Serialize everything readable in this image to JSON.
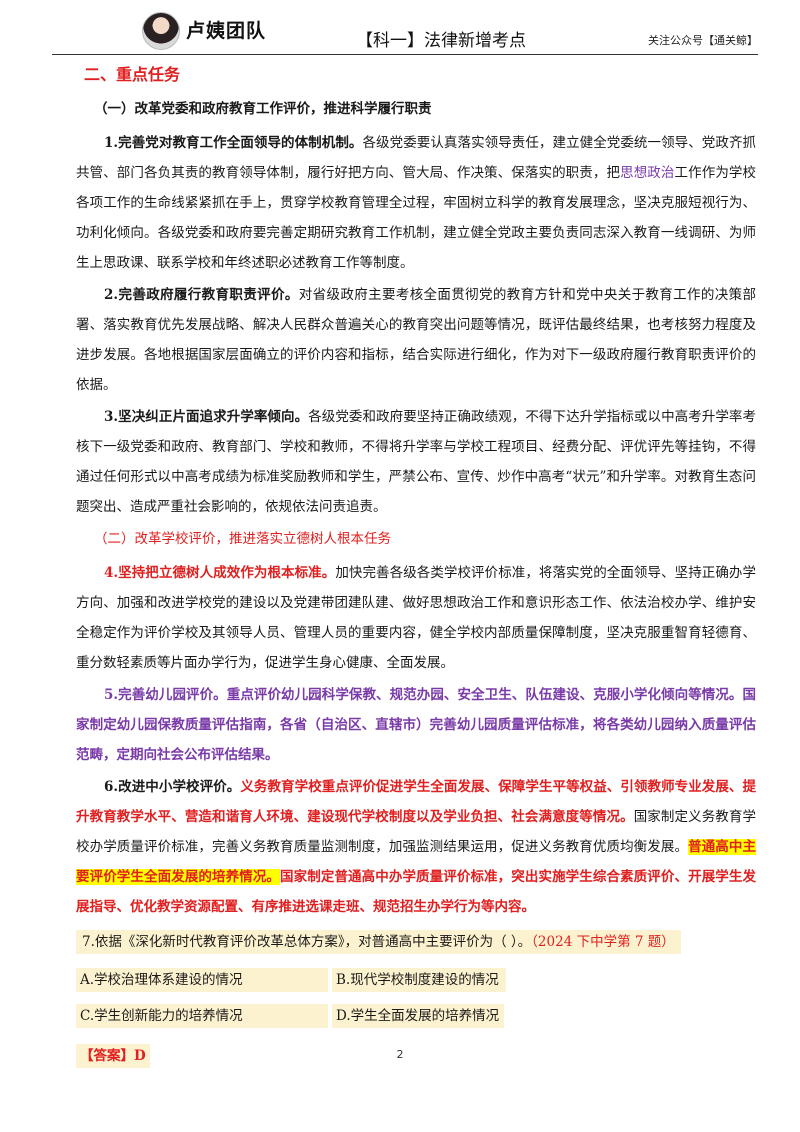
{
  "header": {
    "team_name": "卢姨团队",
    "doc_title": "【科一】法律新增考点",
    "follow_text": "关注公众号【通关鲸】"
  },
  "section_title": "二、重点任务",
  "sub1_title": "（一）改革党委和政府教育工作评价，推进科学履行职责",
  "p1": {
    "lead": "1.完善党对教育工作全面领导的体制机制。",
    "t1": "各级党委要认真落实领导责任，建立健全党委统一领导、党政齐抓共管、部门各负其责的教育领导体制，履行好把方向、管大局、作决策、保落实的职责，把",
    "purple": "思想政治",
    "t2": "工作作为学校各项工作的生命线紧紧抓在手上，贯穿学校教育管理全过程，牢固树立科学的教育发展理念，坚决克服短视行为、功利化倾向。各级党委和政府要完善定期研究教育工作机制，建立健全党政主要负责同志深入教育一线调研、为师生上思政课、联系学校和年终述职必述教育工作等制度。"
  },
  "p2": {
    "lead": "2.完善政府履行教育职责评价。",
    "t1": "对省级政府主要考核全面贯彻党的教育方针和党中央关于教育工作的决策部署、落实教育优先发展战略、解决人民群众普遍关心的教育突出问题等情况，既评估最终结果，也考核努力程度及进步发展。各地根据国家层面确立的评价内容和指标，结合实际进行细化，作为对下一级政府履行教育职责评价的依据。"
  },
  "p3": {
    "lead": "3.坚决纠正片面追求升学率倾向。",
    "t1": "各级党委和政府要坚持正确政绩观，不得下达升学指标或以中高考升学率考核下一级党委和政府、教育部门、学校和教师，不得将升学率与学校工程项目、经费分配、评优评先等挂钩，不得通过任何形式以中高考成绩为标准奖励教师和学生，严禁公布、宣传、炒作中高考“状元”和升学率。对教育生态问题突出、造成严重社会影响的，依规依法问责追责。"
  },
  "sub2_title": "（二）改革学校评价，推进落实立德树人根本任务",
  "p4": {
    "lead": "4.坚持把立德树人成效作为根本标准。",
    "t1": "加快完善各级各类学校评价标准，将落实党的全面领导、坚持正确办学方向、加强和改进学校党的建设以及党建带团建队建、做好思想政治工作和意识形态工作、依法治校办学、维护安全稳定作为评价学校及其领导人员、管理人员的重要内容，健全学校内部质量保障制度，坚决克服重智育轻德育、重分数轻素质等片面办学行为，促进学生身心健康、全面发展。"
  },
  "p5": {
    "text": "5.完善幼儿园评价。重点评价幼儿园科学保教、规范办园、安全卫生、队伍建设、克服小学化倾向等情况。国家制定幼儿园保教质量评估指南，各省（自治区、直辖市）完善幼儿园质量评估标准，将各类幼儿园纳入质量评估范畴，定期向社会公布评估结果。"
  },
  "p6": {
    "lead": "6.改进中小学校评价。",
    "red1": "义务教育学校重点评价促进学生全面发展、保障学生平等权益、引领教师专业发展、提升教育教学水平、营造和谐育人环境、建设现代学校制度以及学业负担、社会满意度等情况。",
    "t1": "国家制定义务教育学校办学质量评价标准，完善义务教育质量监测制度，加强监测结果运用，促进义务教育优质均衡发展。",
    "hl": "普通高中主要评价学生全面发展的培养情况。",
    "red2": "国家制定普通高中办学质量评价标准，突出实施学生综合素质评价、开展学生发展指导、优化教学资源配置、有序推进选课走班、规范招生办学行为等内容。"
  },
  "question": {
    "stem": "7.依据《深化新时代教育评价改革总体方案》，对普通高中主要评价为（     ）。",
    "source": "（2024 下中学第 7 题）",
    "options": [
      "A.学校治理体系建设的情况",
      "B.现代学校制度建设的情况",
      "C.学生创新能力的培养情况",
      "D.学生全面发展的培养情况"
    ],
    "answer": "【答案】D"
  },
  "page_number": "2",
  "colors": {
    "red": "#e02020",
    "purple": "#7a3aa8",
    "highlight": "#ffff00",
    "question_bg": "#fdf2d0"
  }
}
